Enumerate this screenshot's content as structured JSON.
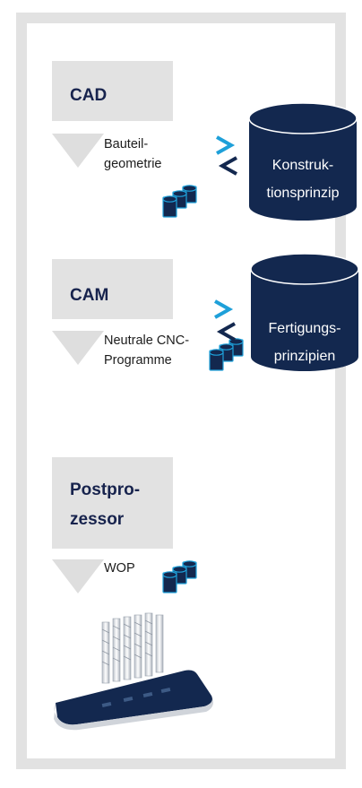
{
  "stages": [
    {
      "id": "cad",
      "title": "CAD",
      "output_lines": [
        "Bauteil-",
        "geometrie"
      ]
    },
    {
      "id": "cam",
      "title": "CAM",
      "output_lines": [
        "Neutrale CNC-",
        "Programme"
      ]
    },
    {
      "id": "post",
      "title_lines": [
        "Postpro-",
        "zessor"
      ],
      "output_lines": [
        "WOP"
      ]
    }
  ],
  "databases": [
    {
      "id": "konstruktion",
      "label_lines": [
        "Konstruk-",
        "tionsprinzip"
      ]
    },
    {
      "id": "fertigung",
      "label_lines": [
        "Fertigungs-",
        "prinzipien"
      ]
    }
  ],
  "icons": {
    "data_stack": "database-stack-icon",
    "exchange_arrows": "exchange-arrows-icon",
    "chevron": "chevron-down-icon",
    "machine": "cnc-machine-icon"
  },
  "colors": {
    "navy": "#13284f",
    "arrow_cyan": "#1ea0d9",
    "box_gray": "#e2e2e2",
    "title_text": "#17234d"
  }
}
